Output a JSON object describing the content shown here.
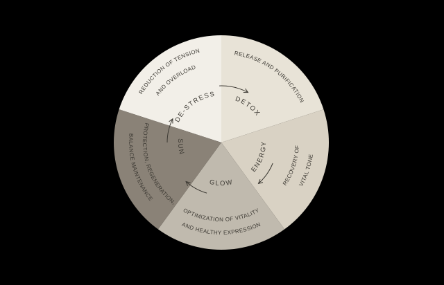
{
  "canvas": {
    "background_color": "#000000"
  },
  "wheel": {
    "text_color": "#3b3832",
    "arrow_color": "#3b3832",
    "flow_direction": "clockwise",
    "segments": [
      {
        "name": "DE-STRESS",
        "outer_lines": [
          "REDUCTION OF TENSION",
          "AND OVERLOAD"
        ],
        "color": "#f2efe8"
      },
      {
        "name": "DETOX",
        "outer_lines": [
          "RELEASE AND PURIFICATION"
        ],
        "color": "#e8e3d7"
      },
      {
        "name": "ENERGY",
        "outer_lines": [
          "RECOVERY OF",
          "VITAL TONE"
        ],
        "color": "#d9d2c4"
      },
      {
        "name": "GLOW",
        "outer_lines": [
          "OPTIMIZATION OF VITALITY",
          "AND HEALTHY EXPRESSION"
        ],
        "color": "#c0baae"
      },
      {
        "name": "SUN",
        "outer_lines": [
          "PROTECTION, REGENERATION,",
          "BALANCE MAINTENANCE"
        ],
        "color": "#8a8277"
      }
    ],
    "arrows": [
      {
        "from": "DE-STRESS",
        "to": "DETOX"
      },
      {
        "from": "ENERGY",
        "to": "GLOW"
      },
      {
        "from": "GLOW",
        "to": "SUN"
      },
      {
        "from": "SUN",
        "to": "DE-STRESS"
      }
    ]
  }
}
